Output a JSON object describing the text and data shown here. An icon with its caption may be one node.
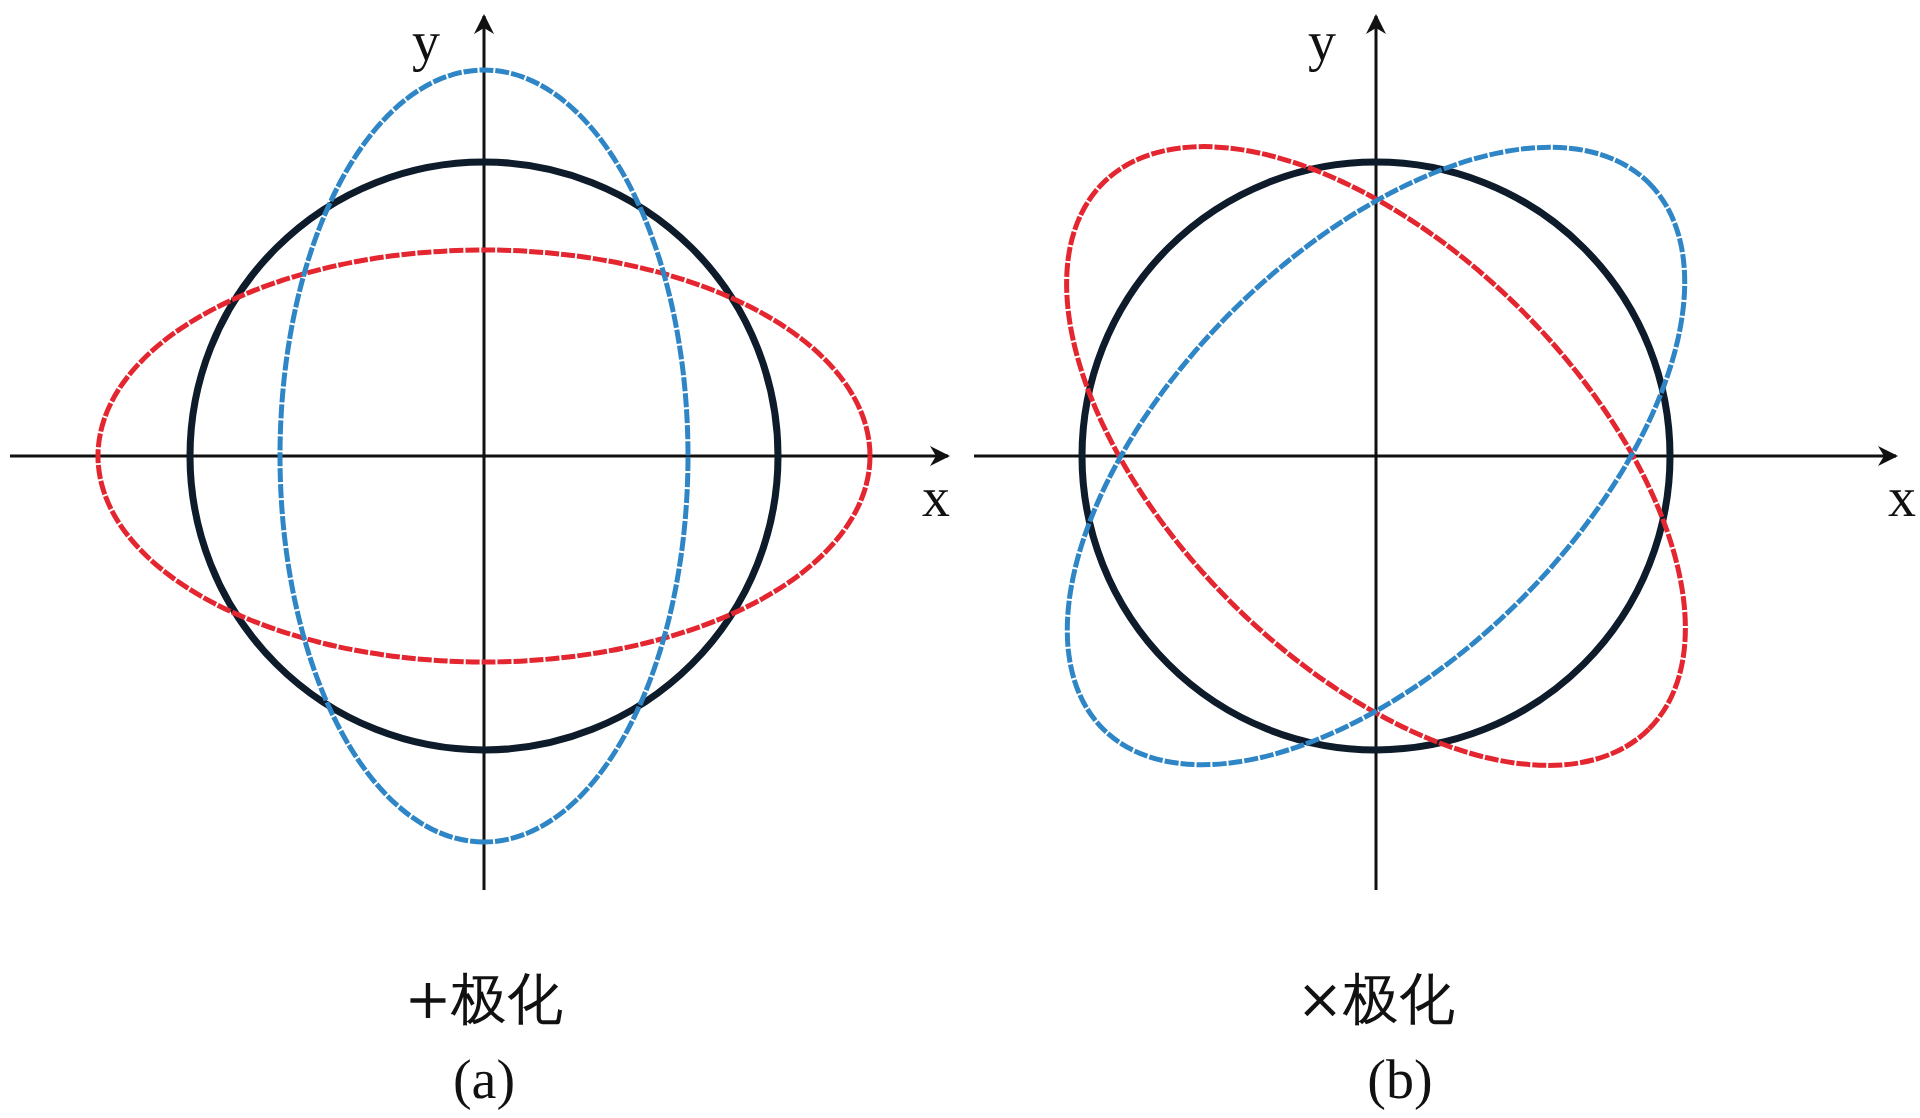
{
  "diagram": {
    "labels": [
      "y",
      "x",
      "+极化",
      "(a)",
      "y",
      "x",
      "×极化",
      "(b)"
    ]
  }
}
